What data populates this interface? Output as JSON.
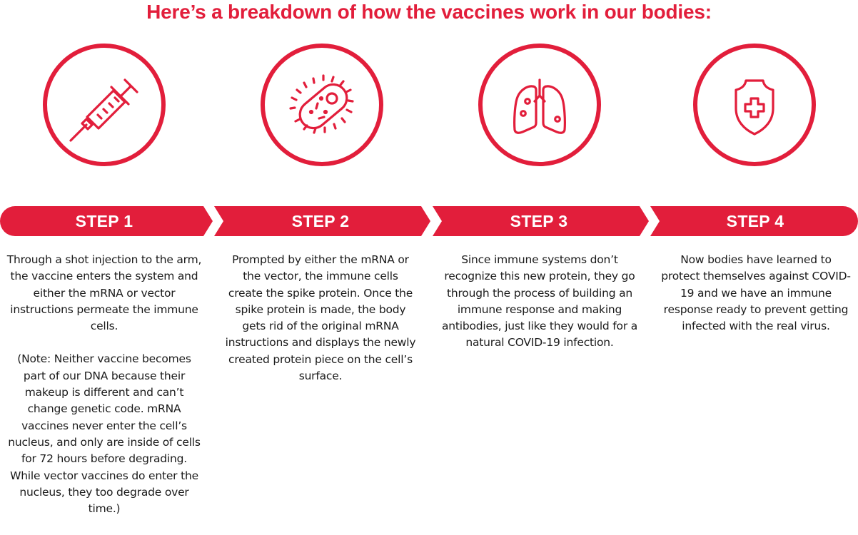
{
  "title": "Here’s a breakdown of how the vaccines work in our bodies:",
  "colors": {
    "accent": "#e21e3b",
    "text": "#1a1a1a",
    "background": "#ffffff"
  },
  "steps": [
    {
      "label": "STEP 1",
      "icon": "syringe-icon",
      "paragraphs": [
        "Through a shot injection to the arm, the vaccine enters the system and either the mRNA or vector instructions permeate the immune cells.",
        "(Note: Neither vaccine becomes part of our DNA because their makeup is different and can’t change genetic code. mRNA vaccines never enter the cell’s nucleus, and only are inside of cells for 72 hours before degrading. While vector vaccines do enter the nucleus, they too degrade over time.)"
      ]
    },
    {
      "label": "STEP 2",
      "icon": "bacteria-cell-icon",
      "paragraphs": [
        "Prompted by either the mRNA or the vector, the immune cells create the spike protein. Once the spike protein is made, the body gets rid of the original mRNA instructions and displays the newly created protein piece on the cell’s surface."
      ]
    },
    {
      "label": "STEP 3",
      "icon": "lungs-icon",
      "paragraphs": [
        "Since immune systems don’t recognize this new protein, they go through the process of building an immune response and making antibodies, just like they would for a natural COVID-19 infection."
      ]
    },
    {
      "label": "STEP 4",
      "icon": "shield-cross-icon",
      "paragraphs": [
        "Now bodies have learned to protect themselves against COVID-19 and we have an immune response ready to prevent getting infected with the real virus."
      ]
    }
  ]
}
